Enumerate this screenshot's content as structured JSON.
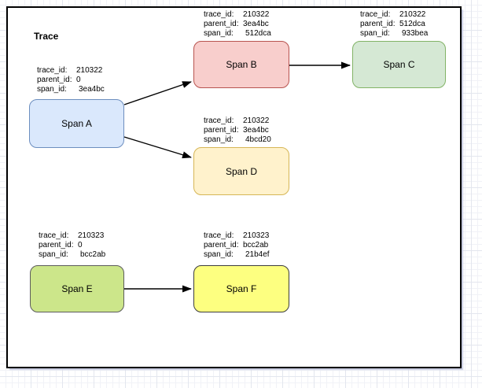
{
  "diagram": {
    "title": "Trace"
  },
  "spans": [
    {
      "label": "Span A",
      "fill": "#dae8fc",
      "stroke": "#6c8ebf",
      "fields": [
        {
          "key": "trace_id:",
          "value": "210322"
        },
        {
          "key": "parent_id:",
          "value": "0"
        },
        {
          "key": "span_id:",
          "value": "3ea4bc"
        }
      ]
    },
    {
      "label": "Span B",
      "fill": "#f8cecc",
      "stroke": "#b85450",
      "fields": [
        {
          "key": "trace_id:",
          "value": "210322"
        },
        {
          "key": "parent_id:",
          "value": "3ea4bc"
        },
        {
          "key": "span_id:",
          "value": "512dca"
        }
      ]
    },
    {
      "label": "Span C",
      "fill": "#d5e8d4",
      "stroke": "#82b366",
      "fields": [
        {
          "key": "trace_id:",
          "value": "210322"
        },
        {
          "key": "parent_id:",
          "value": "512dca"
        },
        {
          "key": "span_id:",
          "value": "933bea"
        }
      ]
    },
    {
      "label": "Span D",
      "fill": "#fff2cc",
      "stroke": "#d6b656",
      "fields": [
        {
          "key": "trace_id:",
          "value": "210322"
        },
        {
          "key": "parent_id:",
          "value": "3ea4bc"
        },
        {
          "key": "span_id:",
          "value": "4bcd20"
        }
      ]
    },
    {
      "label": "Span E",
      "fill": "#cce68a",
      "stroke": "#5c5c5c",
      "fields": [
        {
          "key": "trace_id:",
          "value": "210323"
        },
        {
          "key": "parent_id:",
          "value": "0"
        },
        {
          "key": "span_id:",
          "value": "bcc2ab"
        }
      ]
    },
    {
      "label": "Span F",
      "fill": "#fdff80",
      "stroke": "#3d3d3d",
      "fields": [
        {
          "key": "trace_id:",
          "value": "210323"
        },
        {
          "key": "parent_id:",
          "value": "bcc2ab"
        },
        {
          "key": "span_id:",
          "value": "21b4ef"
        }
      ]
    }
  ],
  "arrows": [
    {
      "from": "Span A",
      "to": "Span B"
    },
    {
      "from": "Span A",
      "to": "Span D"
    },
    {
      "from": "Span B",
      "to": "Span C"
    },
    {
      "from": "Span E",
      "to": "Span F"
    }
  ],
  "colors": {
    "arrow": "#000000",
    "container_border": "#000000",
    "canvas_grid_major": "#e3e6ee",
    "canvas_grid_minor": "#f1f2f7"
  }
}
